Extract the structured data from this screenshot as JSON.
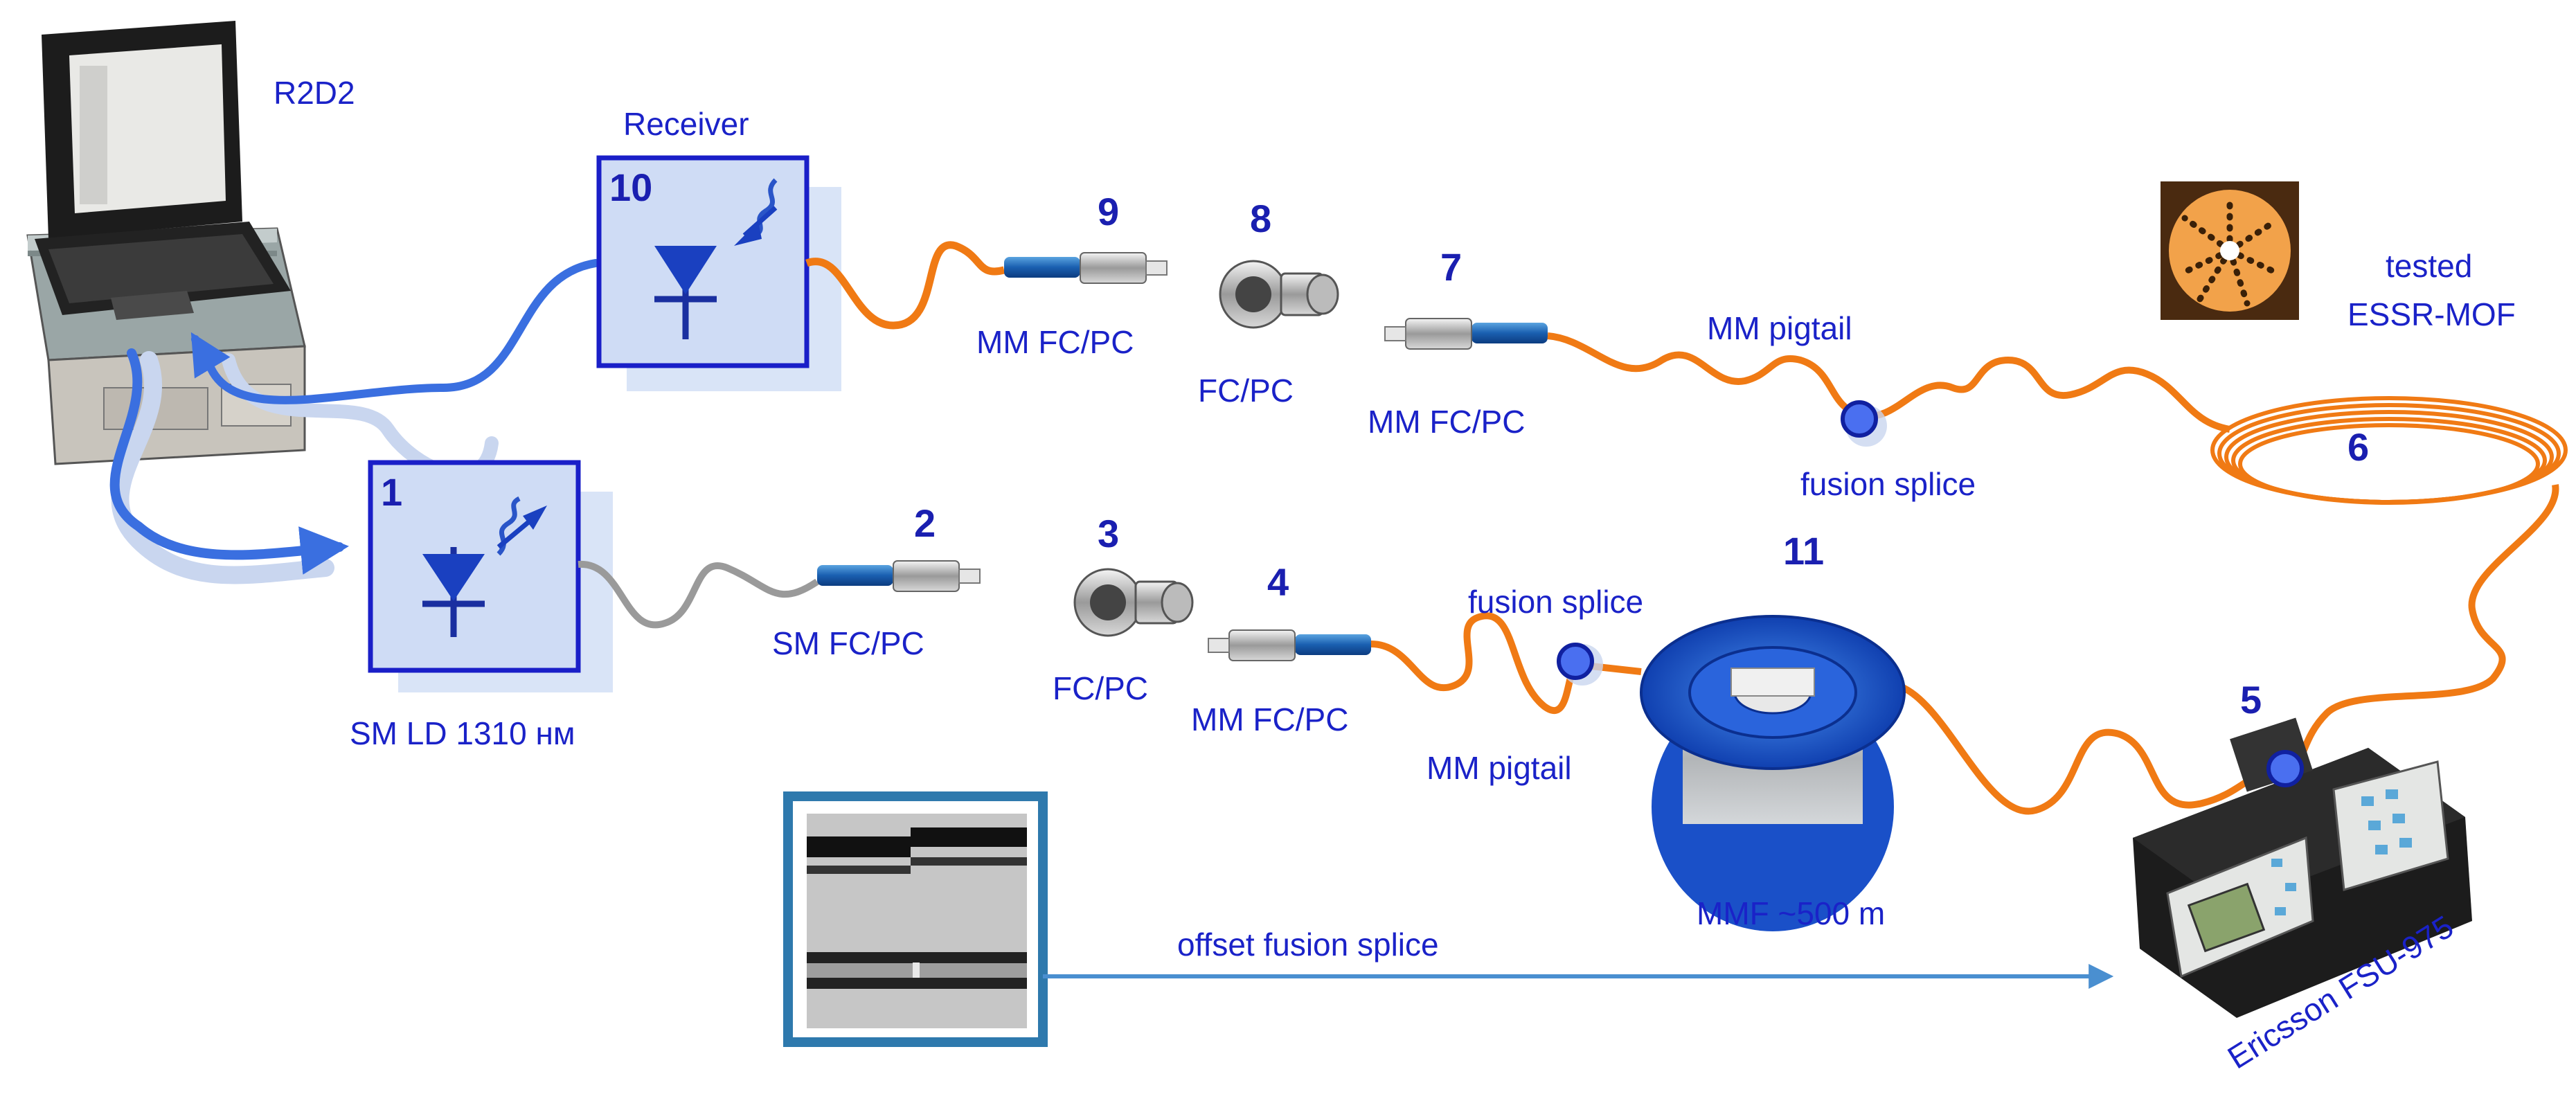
{
  "labels": {
    "laptop": "R2D2",
    "receiver": "Receiver",
    "laser": "SM LD 1310 нм",
    "sm_connector": "SM FC/PC",
    "adapter_bottom": "FC/PC",
    "mm_connector_4": "MM FC/PC",
    "pigtail_bottom": "MM pigtail",
    "fusion_splice_bottom": "fusion splice",
    "spool": "MMF ~500 m",
    "mm_connector_9": "MM FC/PC",
    "adapter_top": "FC/PC",
    "mm_connector_7": "MM FC/PC",
    "pigtail_top": "MM pigtail",
    "fusion_splice_top": "fusion splice",
    "tested_fiber_line1": "tested",
    "tested_fiber_line2": "ESSR-MOF",
    "offset_splice": "offset fusion splice",
    "splicer": "Ericsson FSU-975"
  },
  "numbers": {
    "n1": "1",
    "n2": "2",
    "n3": "3",
    "n4": "4",
    "n5": "5",
    "n6": "6",
    "n7": "7",
    "n8": "8",
    "n9": "9",
    "n10": "10",
    "n11": "11"
  },
  "colors": {
    "label_blue": "#1a22c8",
    "box_fill": "#cfdcf5",
    "box_border": "#1a1fc8",
    "fiber_orange": "#f07a14",
    "fiber_gray": "#9a9a9a",
    "cable_blue": "#3a6fe0",
    "arrow_blue": "#4a8fd0"
  },
  "icons": [
    "laptop-icon",
    "photodiode-icon",
    "laser-diode-icon",
    "connector-icon",
    "adapter-icon",
    "fiber-spool-icon",
    "fusion-splicer-icon",
    "fiber-cross-section-image",
    "splice-micrograph-image"
  ]
}
